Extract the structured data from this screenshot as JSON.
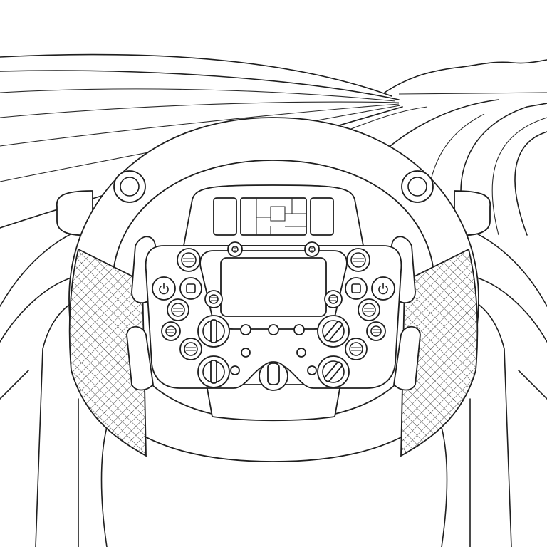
{
  "scene": {
    "subject": "steering-wheel-line-art",
    "style": "black outline on white"
  },
  "colors": {
    "line": "#1e1e1e",
    "background": "#ffffff"
  },
  "icons": [
    "steering-wheel",
    "dashboard-display",
    "rotary-knob",
    "button",
    "paddle-shifter",
    "road",
    "hills"
  ]
}
